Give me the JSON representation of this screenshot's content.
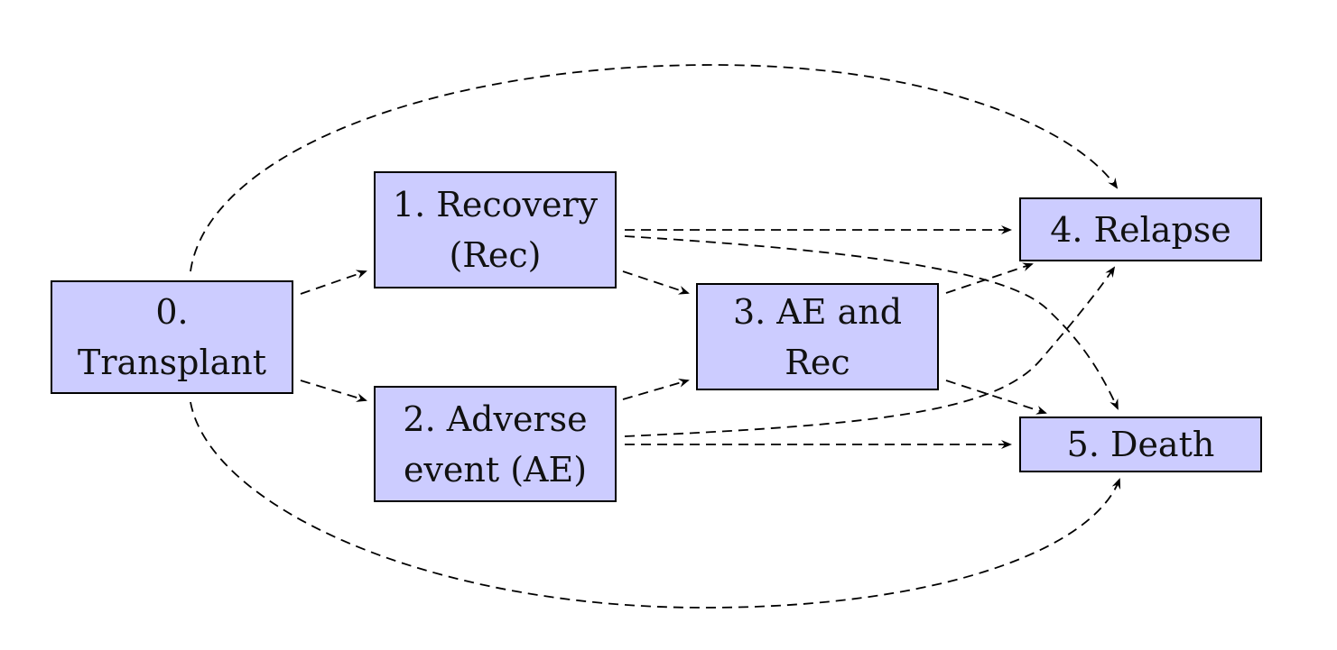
{
  "diagram": {
    "nodes": [
      {
        "id": "0",
        "lines": [
          "0.",
          "Transplant"
        ]
      },
      {
        "id": "1",
        "lines": [
          "1.  Recovery",
          "(Rec)"
        ]
      },
      {
        "id": "2",
        "lines": [
          "2.  Adverse",
          "event (AE)"
        ]
      },
      {
        "id": "3",
        "lines": [
          "3.  AE and",
          "Rec"
        ]
      },
      {
        "id": "4",
        "lines": [
          "4.  Relapse"
        ]
      },
      {
        "id": "5",
        "lines": [
          "5.  Death"
        ]
      }
    ],
    "edges": [
      {
        "from": "0",
        "to": "1"
      },
      {
        "from": "0",
        "to": "2"
      },
      {
        "from": "0",
        "to": "4"
      },
      {
        "from": "0",
        "to": "5"
      },
      {
        "from": "1",
        "to": "3"
      },
      {
        "from": "1",
        "to": "4"
      },
      {
        "from": "1",
        "to": "5"
      },
      {
        "from": "2",
        "to": "3"
      },
      {
        "from": "2",
        "to": "4"
      },
      {
        "from": "2",
        "to": "5"
      },
      {
        "from": "3",
        "to": "4"
      },
      {
        "from": "3",
        "to": "5"
      }
    ],
    "colors": {
      "node_fill": "#ccccff",
      "node_border": "#000000",
      "edge": "#000000"
    },
    "edge_style": "dashed",
    "arrow_heads": "stealth"
  }
}
